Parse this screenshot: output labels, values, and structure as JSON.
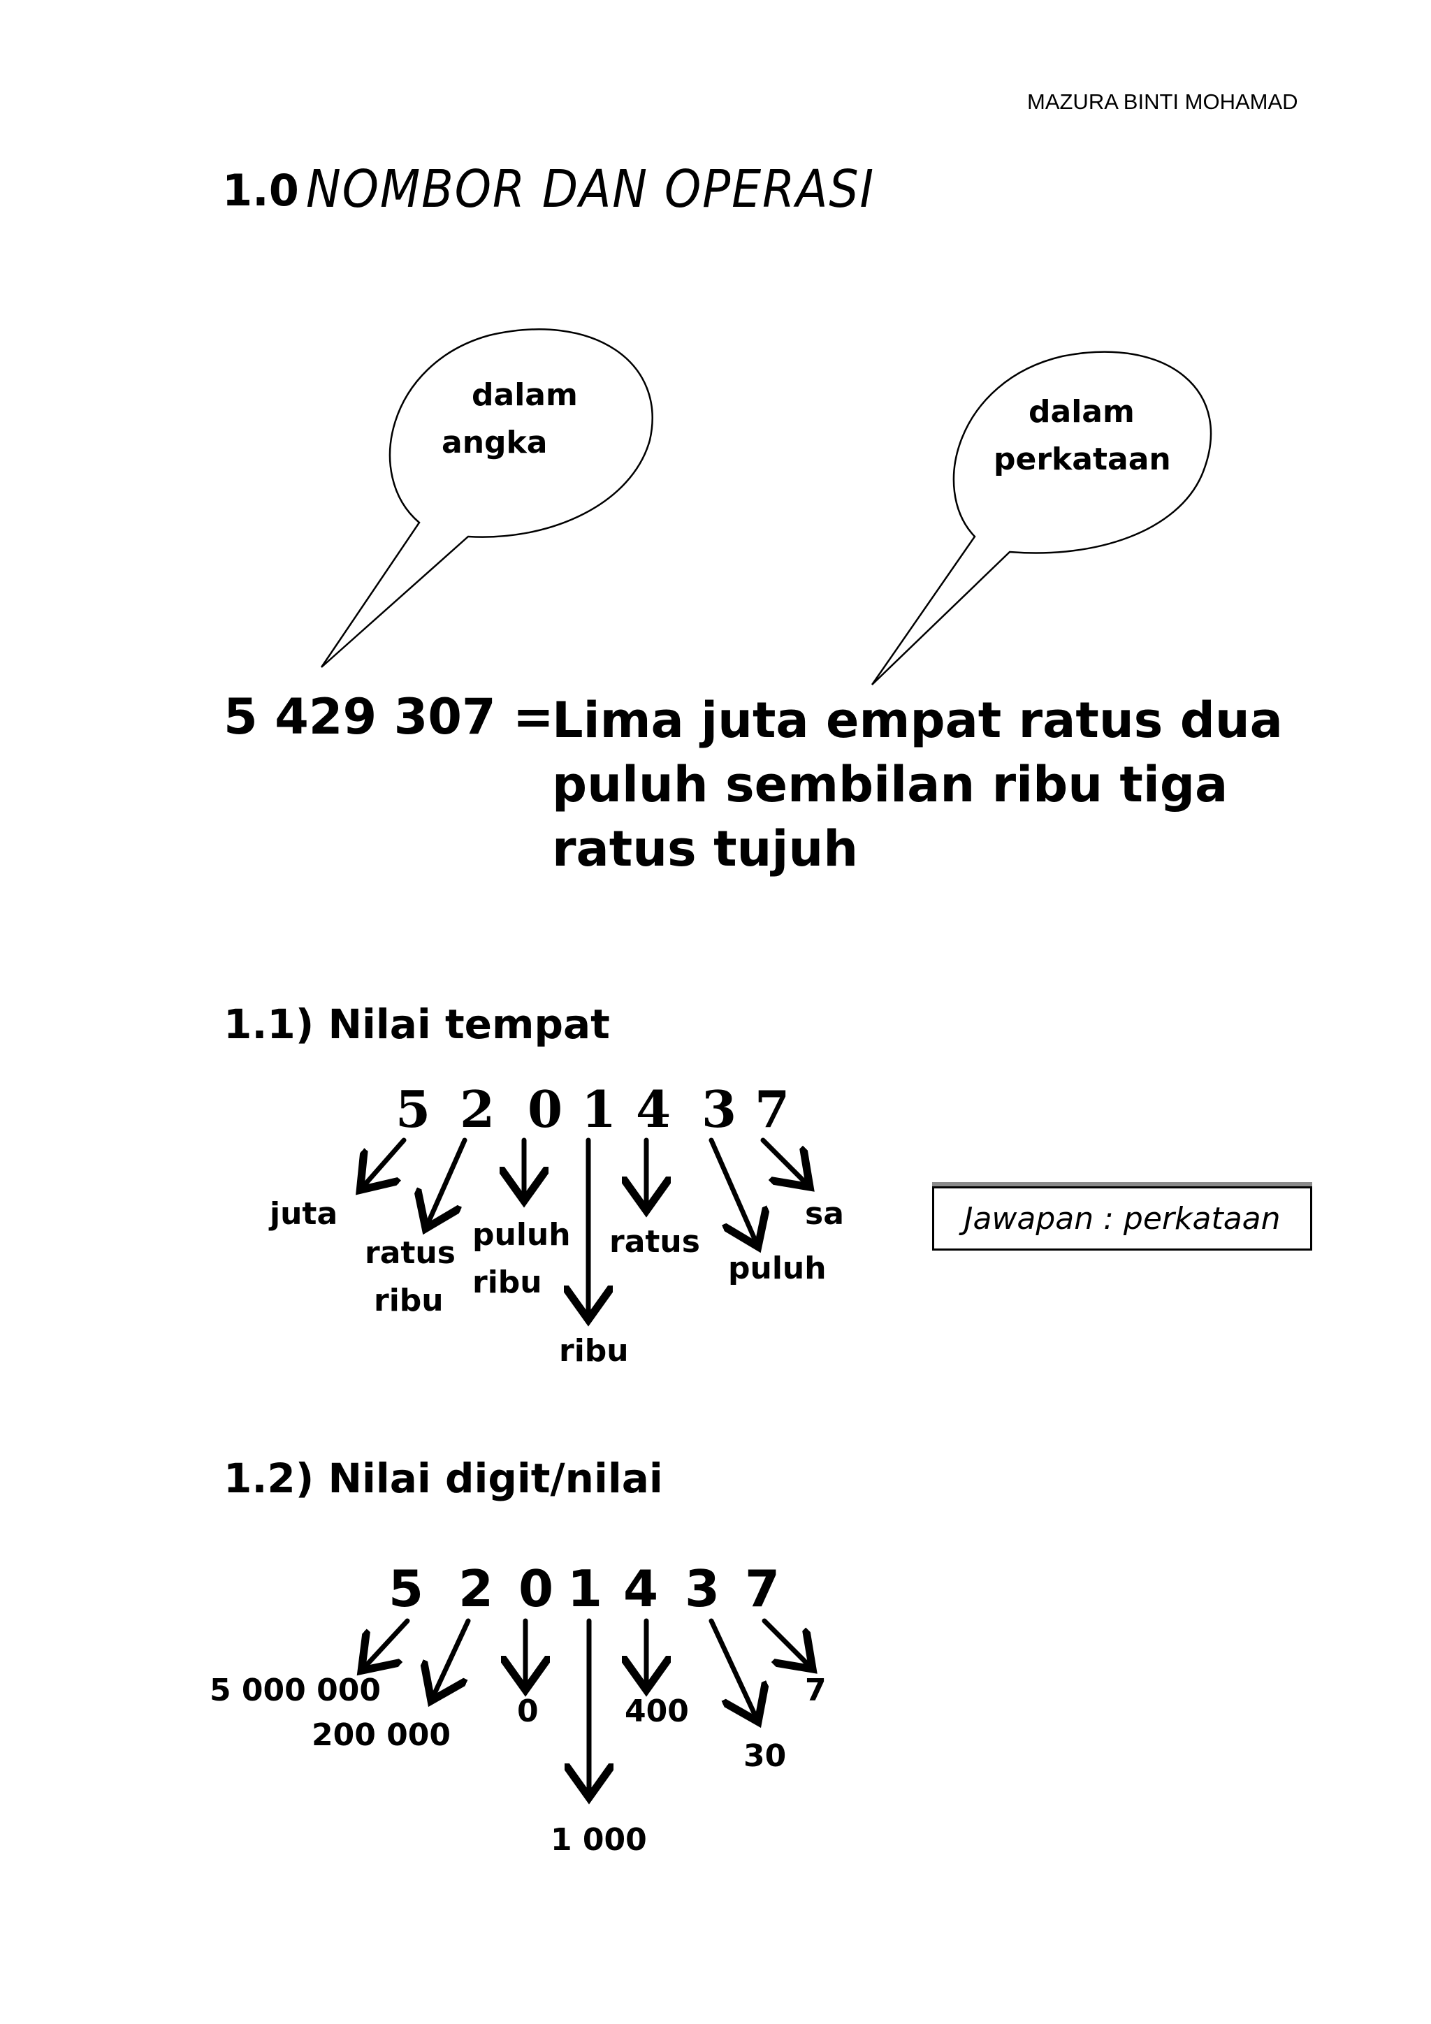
{
  "header": {
    "author": "MAZURA BINTI MOHAMAD"
  },
  "title": {
    "number": "1.0",
    "text": "NOMBOR DAN  OPERASI"
  },
  "bubbles": {
    "left": {
      "line1": "dalam",
      "line2": "angka"
    },
    "right": {
      "line1": "dalam",
      "line2": "perkataan"
    }
  },
  "equation": {
    "number": "5 429 307 =",
    "words": "Lima juta empat ratus dua puluh sembilan ribu tiga ratus tujuh"
  },
  "place_value": {
    "heading": "1.1) Nilai tempat",
    "digits": [
      "5",
      "2",
      "0",
      "1",
      "4",
      "3",
      "7"
    ],
    "labels": {
      "juta": "juta",
      "ratus_ribu_1": "ratus",
      "ratus_ribu_2": "ribu",
      "puluh_ribu_1": "puluh",
      "puluh_ribu_2": "ribu",
      "ribu": "ribu",
      "ratus": "ratus",
      "puluh": "puluh",
      "sa": "sa"
    },
    "answer_box": "Jawapan : perkataan"
  },
  "digit_value": {
    "heading": "1.2) Nilai digit/nilai",
    "digits": [
      "5",
      "2",
      "0",
      "1",
      "4",
      "3",
      "7"
    ],
    "values": [
      "5 000 000",
      "200 000",
      "0",
      "1 000",
      "400",
      "30",
      "7"
    ]
  }
}
